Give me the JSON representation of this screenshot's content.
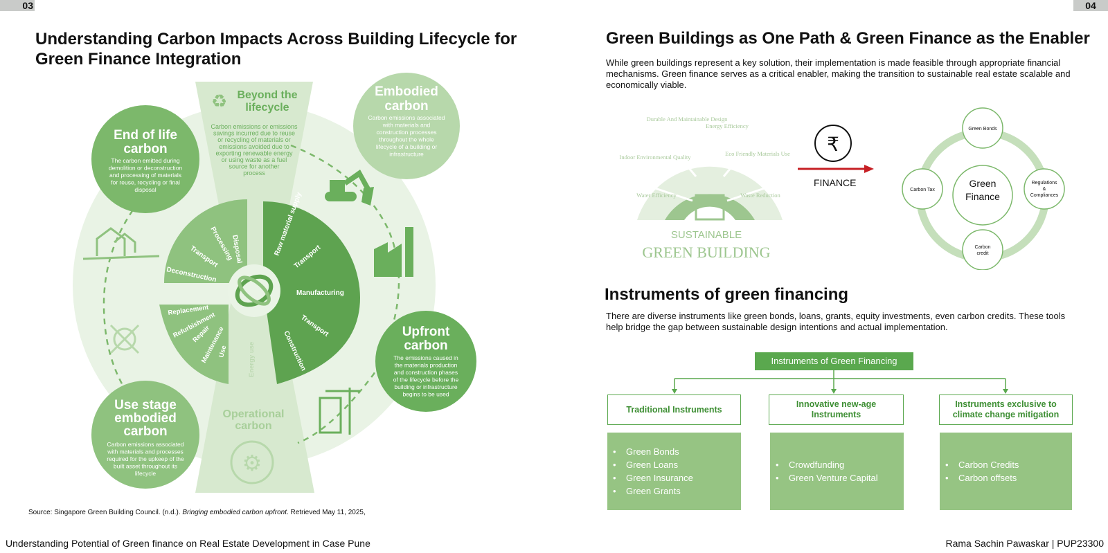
{
  "pages": {
    "left": "03",
    "right": "04"
  },
  "left": {
    "title": "Understanding Carbon Impacts Across Building Lifecycle for Green Finance Integration",
    "circles": {
      "beyond": {
        "title1": "Beyond the",
        "title2": "lifecycle",
        "text": [
          "Carbon emissions or emissions",
          "savings incurred due to reuse",
          "or recycling of materials or",
          "emissions avoided due to",
          "exporting renewable energy",
          "or using waste as a fuel",
          "source for another",
          "process"
        ]
      },
      "embodied": {
        "title1": "Embodied",
        "title2": "carbon",
        "text": [
          "Carbon emissions associated",
          "with materials and",
          "construction processes",
          "throughout the whole",
          "lifecycle of a building or",
          "infrastructure"
        ]
      },
      "endoflife": {
        "title1": "End of life",
        "title2": "carbon",
        "text": [
          "The carbon emitted during",
          "demolition or deconstruction",
          "and processing of materials",
          "for reuse, recycling or final",
          "disposal"
        ]
      },
      "upfront": {
        "title1": "Upfront",
        "title2": "carbon",
        "text": [
          "The emissions caused in",
          "the materials production",
          "and construction phases",
          "of the lifecycle before the",
          "building or infrastructure",
          "begins to be used"
        ]
      },
      "usestage": {
        "title1": "Use stage",
        "title2": "embodied",
        "title3": "carbon",
        "text": [
          "Carbon emissions associated",
          "with materials and processes",
          "required for the upkeep of the",
          "built asset throughout its",
          "lifecycle"
        ]
      },
      "operational": {
        "title1": "Operational",
        "title2": "carbon"
      }
    },
    "segments": {
      "eol": [
        "Disposal",
        "Processing",
        "Transport",
        "Deconstruction"
      ],
      "upfront": [
        "Raw material supply",
        "Transport",
        "Manufacturing",
        "Transport",
        "Construction"
      ],
      "use": [
        "Replacement",
        "Refurbishment",
        "Repair",
        "Maintenance",
        "Use"
      ],
      "energy": "Energy use"
    },
    "source_prefix": "Source: Singapore Green Building Council. (n.d.). ",
    "source_title": "Bringing embodied carbon upfront",
    "source_suffix": ". Retrieved May 11, 2025,",
    "footer": "Understanding Potential of Green finance on Real Estate Development in Case Pune"
  },
  "right": {
    "title": "Green Buildings as One Path & Green Finance as the Enabler",
    "intro": "While green buildings represent a key solution, their implementation is made feasible through appropriate financial mechanisms. Green finance serves as a critical enabler, making the transition to sustainable real estate scalable and economically viable.",
    "gb_segments": [
      "Durable And Maintainable Design",
      "Energy Efficiency",
      "Eco Friendly Materials Use",
      "Waste Reduction",
      "Water Efficiency",
      "Indoor Environmental Quality"
    ],
    "gb_label1": "SUSTAINABLE",
    "gb_label2": "GREEN BUILDING",
    "rupee": "₹",
    "finance_label": "FINANCE",
    "ring": {
      "center1": "Green",
      "center2": "Finance",
      "top": "Green Bonds",
      "left": "Carbon Tax",
      "right": [
        "Regulations",
        "&",
        "Compliances"
      ],
      "bottom": [
        "Carbon",
        "credit"
      ]
    },
    "heading2": "Instruments of green financing",
    "intro2": "There are diverse instruments like green bonds, loans, grants, equity investments, even carbon credits. These tools help bridge the gap between sustainable design intentions and actual implementation.",
    "tree": {
      "root": "Instruments of Green Financing",
      "cols": [
        {
          "head": "Traditional Instruments",
          "items": [
            "Green Bonds",
            "Green Loans",
            "Green Insurance",
            "Green Grants"
          ]
        },
        {
          "head": "Innovative new-age Instruments",
          "items": [
            "Crowdfunding",
            "Green Venture Capital"
          ]
        },
        {
          "head": "Instruments exclusive to climate change mitigation",
          "items": [
            "Carbon Credits",
            "Carbon offsets"
          ]
        }
      ]
    },
    "footer": "Rama Sachin Pawaskar | PUP23300"
  },
  "colors": {
    "green_dark": "#6aaf5c",
    "green_mid": "#8fc27f",
    "green_light": "#c5dfbb",
    "green_pale": "#e6f1e1",
    "red": "#c61f24"
  }
}
